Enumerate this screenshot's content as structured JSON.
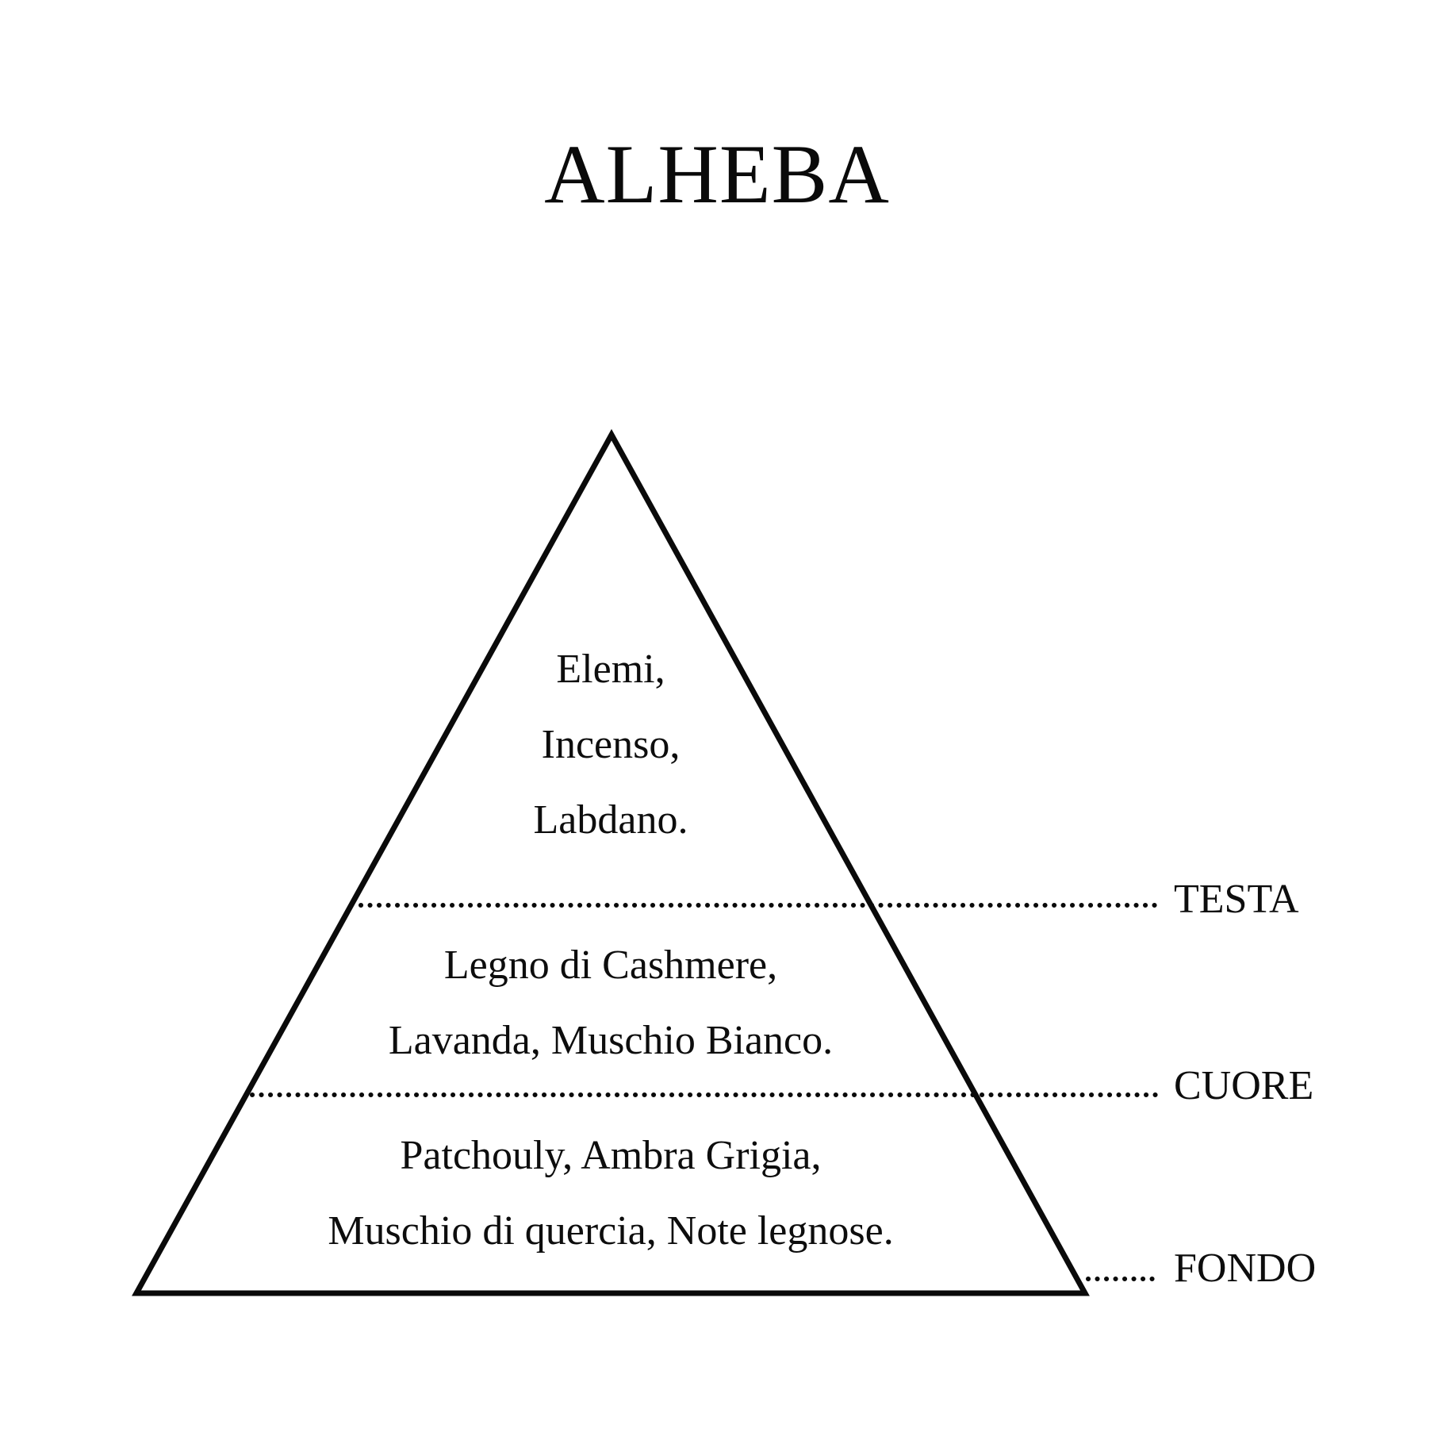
{
  "page": {
    "title": "ALHEBA",
    "background_color": "#ffffff",
    "ink_color": "#0d0d0d"
  },
  "pyramid": {
    "levels": [
      {
        "label": "TESTA",
        "notes": [
          "Elemi,",
          "Incenso,",
          "Labdano."
        ]
      },
      {
        "label": "CUORE",
        "notes": [
          "Legno di Cashmere,",
          "Lavanda, Muschio Bianco."
        ]
      },
      {
        "label": "FONDO",
        "notes": [
          "Patchouly, Ambra Grigia,",
          "Muschio di quercia, Note legnose."
        ]
      }
    ]
  }
}
